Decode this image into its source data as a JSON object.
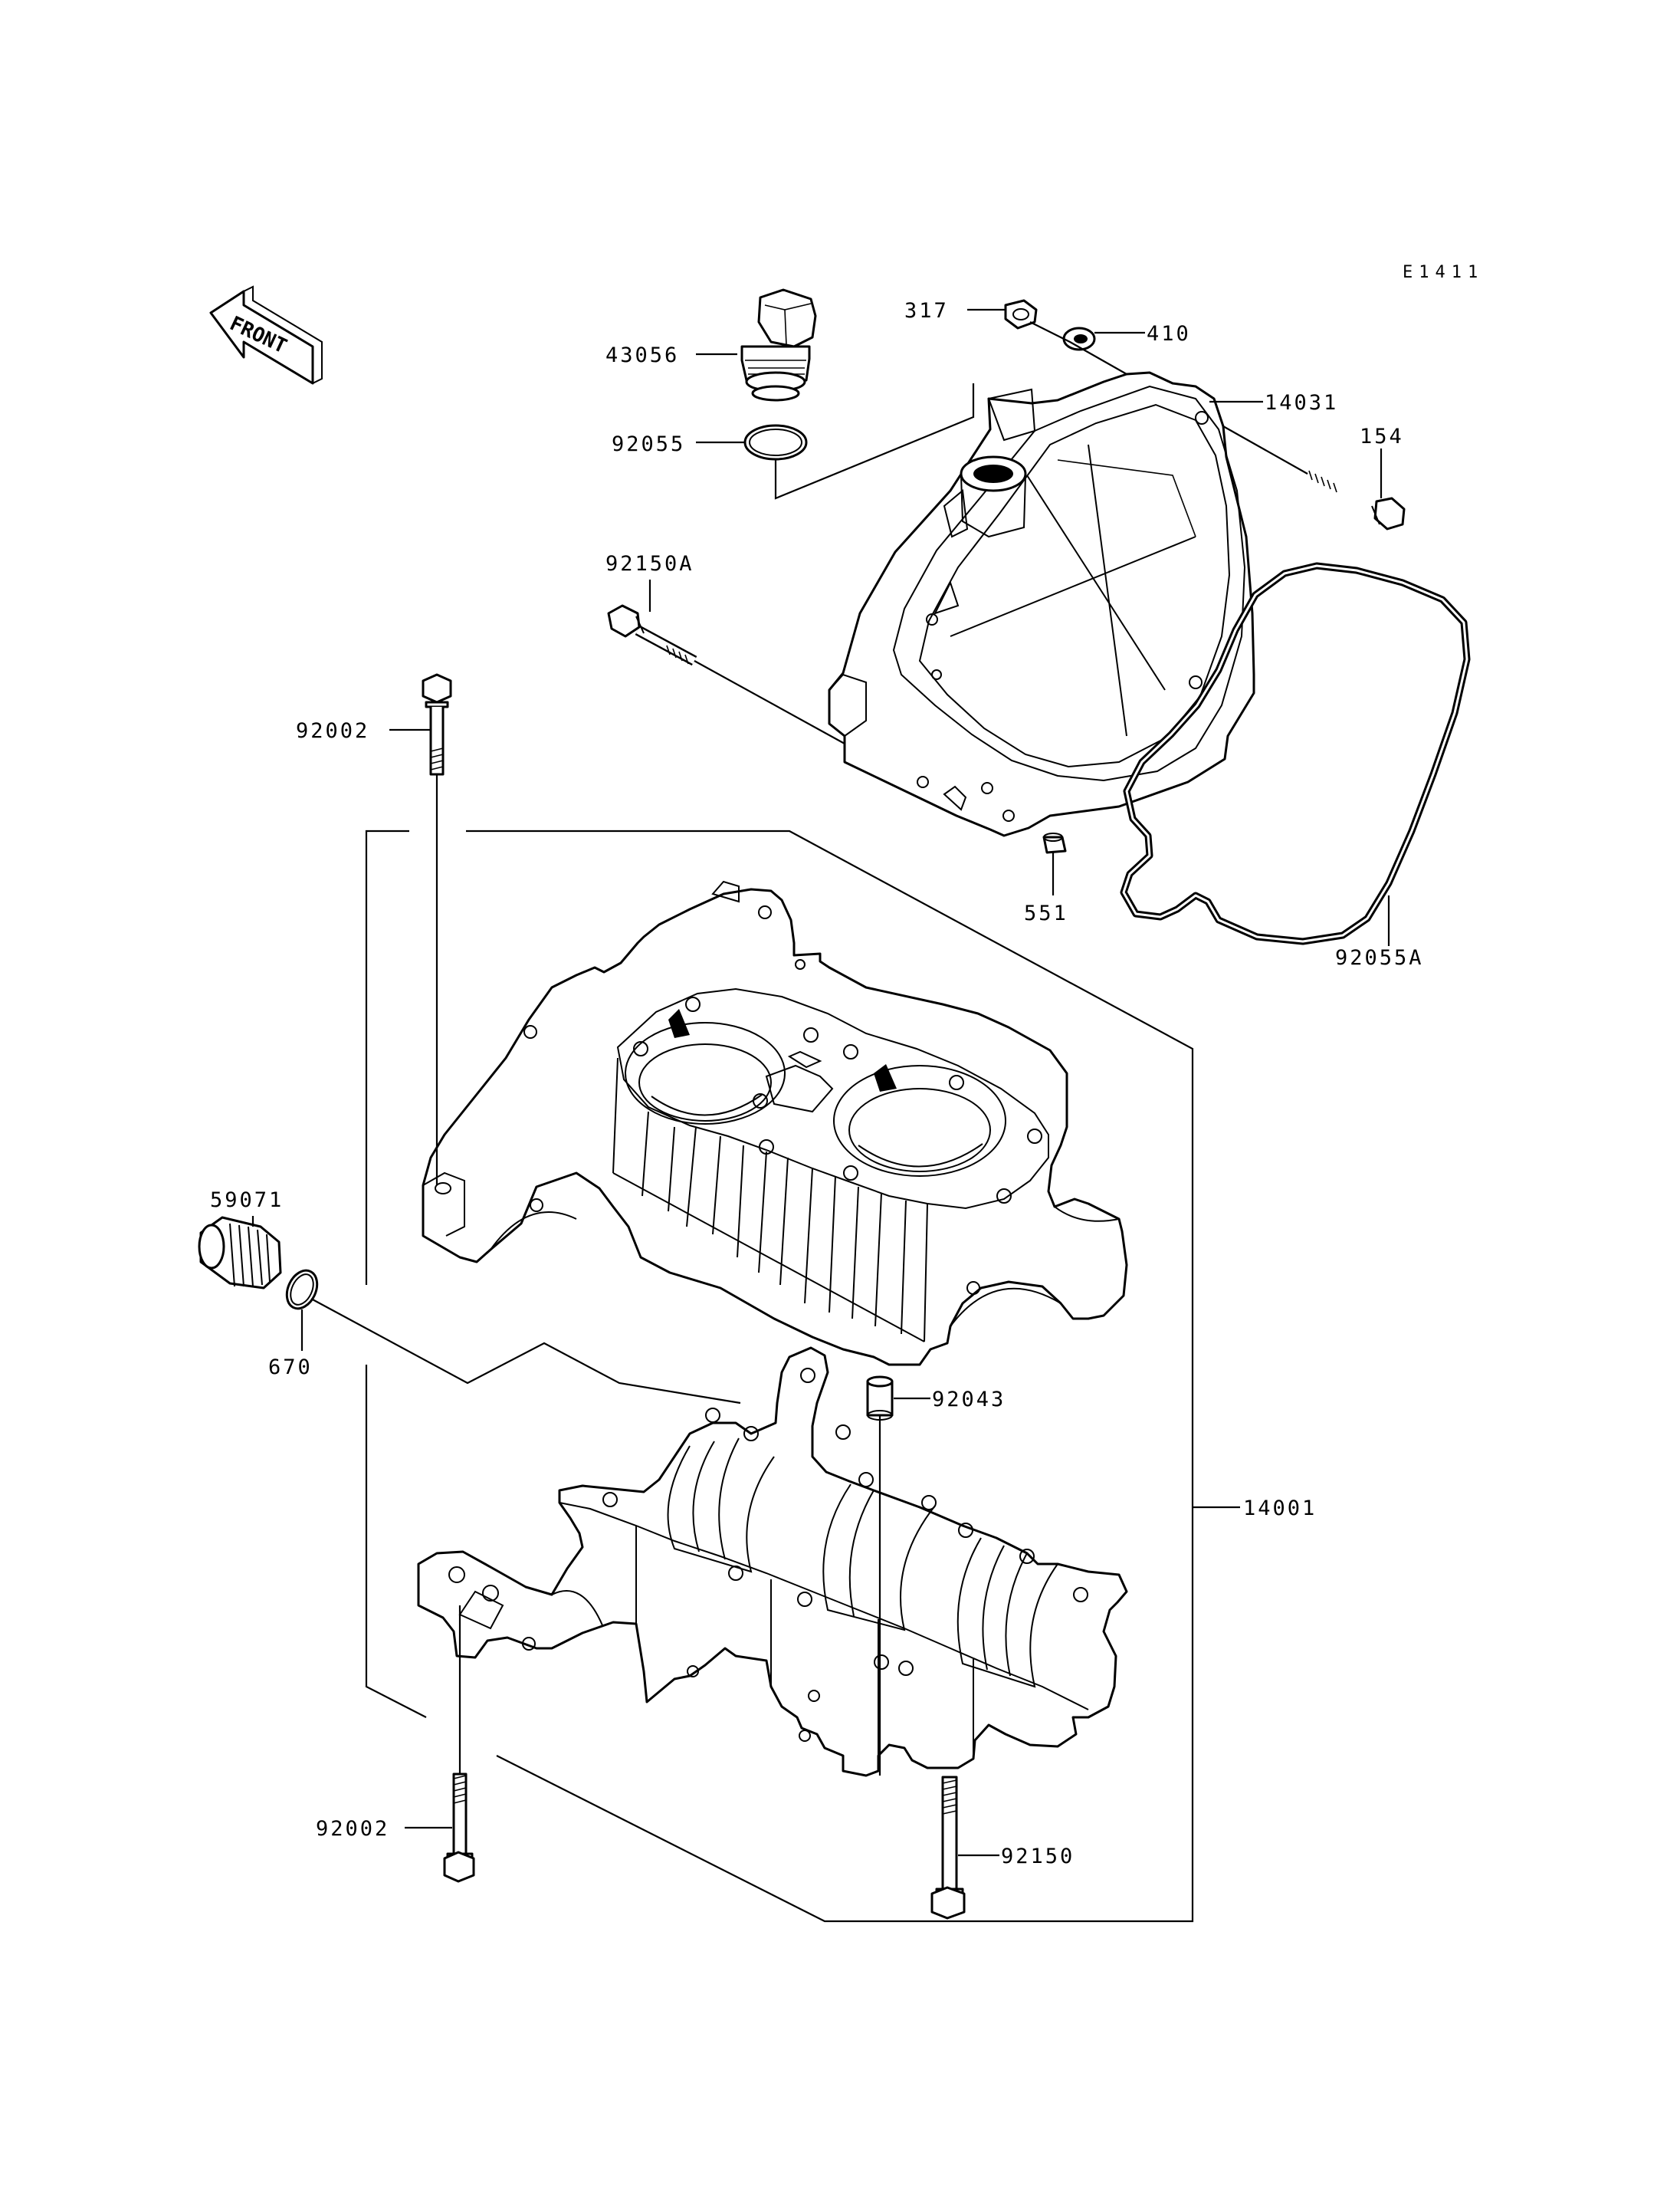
{
  "diagram": {
    "ref_code": "E1411",
    "front_label": "FRONT",
    "parts": {
      "p43056": "43056",
      "p92055": "92055",
      "p317": "317",
      "p410": "410",
      "p14031": "14031",
      "p154": "154",
      "p92150A": "92150A",
      "p92002_top": "92002",
      "p551": "551",
      "p92055A": "92055A",
      "p59071": "59071",
      "p670": "670",
      "p92043": "92043",
      "p14001": "14001",
      "p92002_bottom": "92002",
      "p92150": "92150"
    }
  }
}
